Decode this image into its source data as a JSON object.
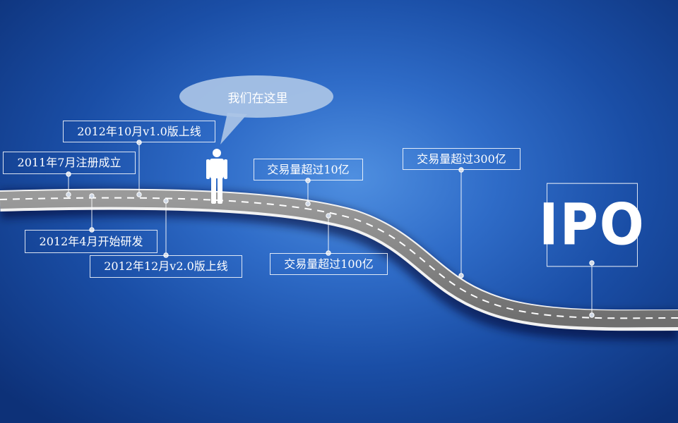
{
  "speech_bubble": {
    "text": "我们在这里"
  },
  "milestones": [
    {
      "label": "2011年7月注册成立"
    },
    {
      "label": "2012年10月v1.0版上线"
    },
    {
      "label": "2012年4月开始研发"
    },
    {
      "label": "2012年12月v2.0版上线"
    },
    {
      "label": "交易量超过10亿"
    },
    {
      "label": "交易量超过100亿"
    },
    {
      "label": "交易量超过300亿"
    }
  ],
  "goal": {
    "label": "IPO"
  },
  "colors": {
    "background": "#1a4ea6",
    "road": "#8a8a8a",
    "road_edge": "#f2f2f2",
    "lane_mark": "#ffffff",
    "accent": "#ffffff"
  },
  "icons": [
    "person-icon",
    "speech-bubble"
  ]
}
